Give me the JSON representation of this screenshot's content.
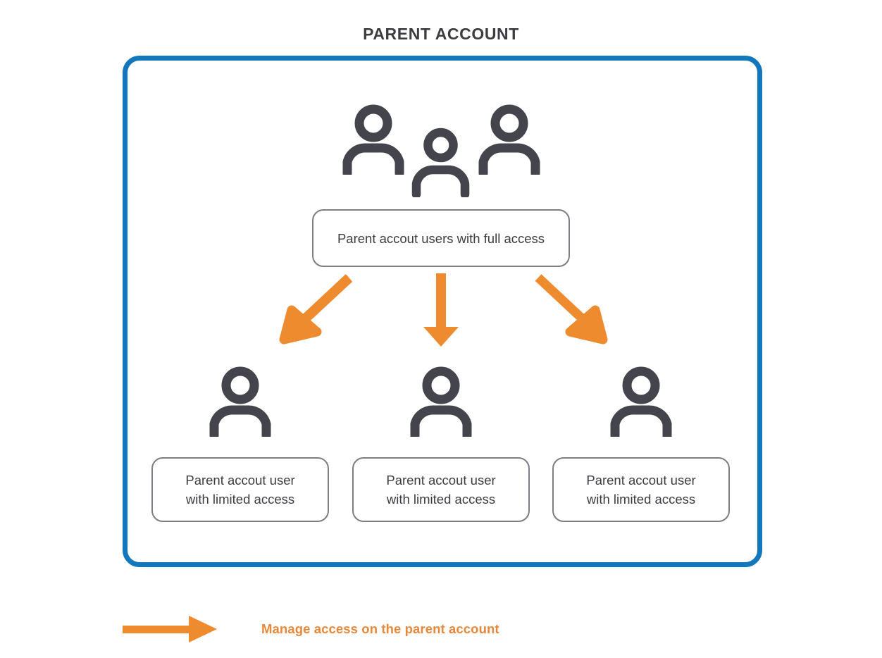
{
  "title": "PARENT ACCOUNT",
  "colors": {
    "container_border": "#1277bb",
    "arrow_orange": "#ee8b2e",
    "icon_gray": "#44454c",
    "box_border": "#7c7d85",
    "text_dark": "#3c3c42",
    "legend_text": "#e8883a",
    "background": "#ffffff"
  },
  "parent_node": {
    "label": "Parent accout users with full access",
    "icon": "three-people-icon"
  },
  "arrows": [
    {
      "name": "arrow-down-left",
      "direction": "down-left"
    },
    {
      "name": "arrow-down",
      "direction": "down"
    },
    {
      "name": "arrow-down-right",
      "direction": "down-right"
    }
  ],
  "child_nodes": [
    {
      "label": "Parent accout user\nwith limited access",
      "icon": "person-icon"
    },
    {
      "label": "Parent accout user\nwith limited access",
      "icon": "person-icon"
    },
    {
      "label": "Parent accout user\nwith limited access",
      "icon": "person-icon"
    }
  ],
  "legend": {
    "arrow_icon": "right-arrow-icon",
    "text": "Manage access on the parent account"
  }
}
